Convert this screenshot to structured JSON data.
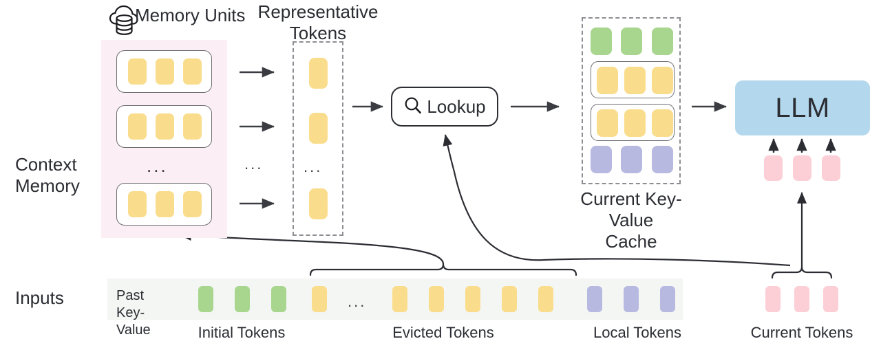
{
  "diagram": {
    "title": "Context Memory LLM inference pipeline",
    "row_labels": {
      "context_memory": "Context\nMemory",
      "inputs": "Inputs"
    },
    "headings": {
      "memory_units": "Memory Units",
      "representative_tokens": "Representative\nTokens",
      "current_kv_cache": "Current Key-Value\nCache"
    },
    "lookup": {
      "label": "Lookup",
      "icon": "magnifier-icon"
    },
    "llm": {
      "label": "LLM"
    },
    "inputs": {
      "strip_label": "Past\nKey-Value",
      "groups": [
        {
          "name": "Initial Tokens",
          "label": "Initial Tokens",
          "color": "#a8d68e",
          "count": 3
        },
        {
          "name": "Evicted Tokens",
          "label": "Evicted Tokens",
          "color": "#fadd8c",
          "count": 6,
          "has_ellipsis": true
        },
        {
          "name": "Local Tokens",
          "label": "Local Tokens",
          "color": "#b8b9e0",
          "count": 3
        },
        {
          "name": "Current Tokens",
          "label": "Current Tokens",
          "color": "#fccfd6",
          "count": 3
        }
      ]
    },
    "context_memory": {
      "panel_color": "#fbeef5",
      "unit_count": 3,
      "tokens_per_unit": 3,
      "token_color": "#fadd8c",
      "ellipsis": "..."
    },
    "representative_tokens": {
      "token_color": "#fadd8c",
      "visible_tokens": 3,
      "ellipsis": "..."
    },
    "kv_cache": {
      "rows": [
        {
          "name": "initial",
          "color": "#a8d68e",
          "count": 3,
          "boxed": false
        },
        {
          "name": "retrieved-1",
          "color": "#fadd8c",
          "count": 3,
          "boxed": true
        },
        {
          "name": "retrieved-2",
          "color": "#fadd8c",
          "count": 3,
          "boxed": true
        },
        {
          "name": "local",
          "color": "#b8b9e0",
          "count": 3,
          "boxed": false
        }
      ]
    },
    "llm_inputs": {
      "color": "#fccfd6",
      "count": 3
    },
    "colors": {
      "green": "#a8d68e",
      "yellow": "#fadd8c",
      "purple": "#b8b9e0",
      "pink": "#fccfd6",
      "blue": "#b3d7ec",
      "panel_pink": "#fbeef5",
      "strip_gray": "#f4f6f3",
      "stroke": "#2b2d33",
      "dashed_stroke": "#8d8d93"
    }
  }
}
